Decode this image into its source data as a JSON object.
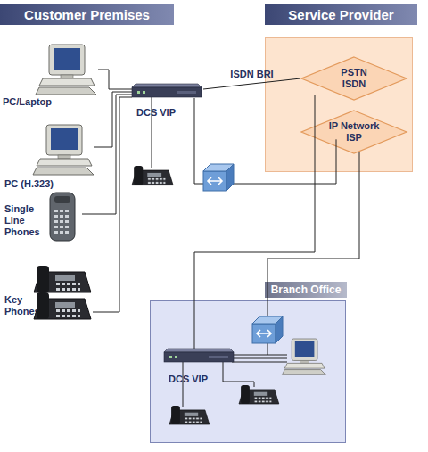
{
  "diagram": {
    "nodes": [
      {
        "text": [
          "Customer Premises"
        ]
      },
      {
        "text": [
          "Service Provider"
        ]
      },
      {
        "text": [
          "PC/Laptop"
        ]
      },
      {
        "text": [
          "DCS VIP"
        ]
      },
      {
        "text": [
          "PSTN ISDN"
        ],
        "in": 1
      },
      {
        "text": [
          "IP Network ISP"
        ],
        "in": 1
      },
      {
        "text": [
          "PC (H.323)"
        ]
      },
      {
        "text": [
          "Single Line Phones"
        ]
      },
      {
        "text": [
          "Key Phones"
        ]
      },
      {
        "text": [
          "Branch Office"
        ]
      },
      {
        "text": [
          "DCS VIP"
        ],
        "in": 9
      }
    ],
    "edges": [
      {
        "from": 2,
        "to": 3,
        "arrow": "none"
      },
      {
        "from": 6,
        "to": 3,
        "arrow": "none"
      },
      {
        "from": 7,
        "to": 3,
        "arrow": "none"
      },
      {
        "from": 8,
        "to": 3,
        "arrow": "none"
      },
      {
        "from": 3,
        "to": 4,
        "label": "ISDN BRI",
        "arrow": "none"
      },
      {
        "from": 3,
        "to": 5,
        "arrow": "none"
      },
      {
        "from": 4,
        "to": 10,
        "arrow": "none"
      }
    ]
  }
}
